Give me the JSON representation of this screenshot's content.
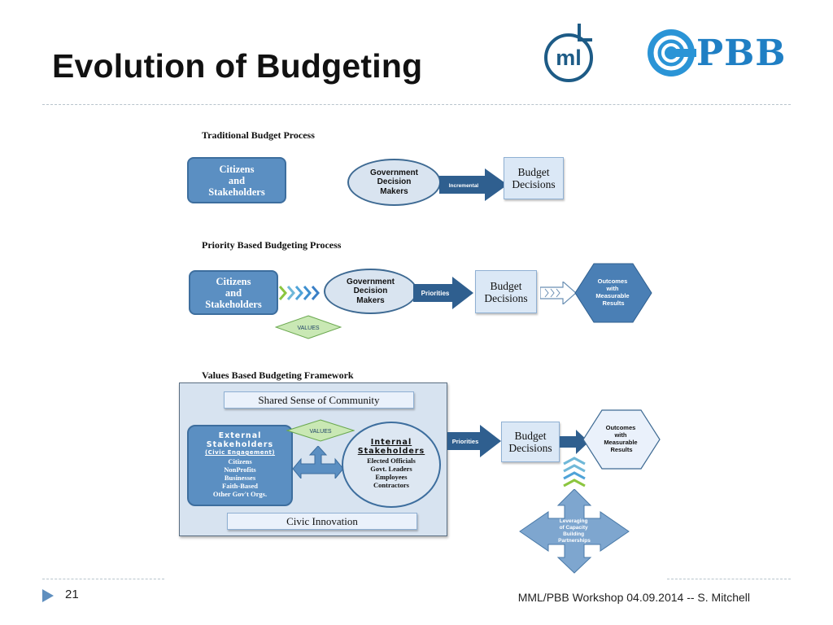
{
  "slide": {
    "title": "Evolution of Budgeting",
    "page_number": "21",
    "footer": "MML/PBB Workshop 04.09.2014 -- S. Mitchell"
  },
  "logos": {
    "mml": "ml",
    "pbb": "PBB"
  },
  "traditional": {
    "heading": "Traditional Budget Process",
    "citizens": "Citizens\nand\nStakeholders",
    "decision_makers": "Government\nDecision\nMakers",
    "arrow_label": "Incremental",
    "budget": "Budget\nDecisions"
  },
  "priority": {
    "heading": "Priority Based Budgeting Process",
    "citizens": "Citizens\nand\nStakeholders",
    "values": "VALUES",
    "decision_makers": "Government\nDecision\nMakers",
    "arrow_label": "Priorities",
    "budget": "Budget\nDecisions",
    "outcomes": "Outcomes\nwith\nMeasurable\nResults"
  },
  "values_framework": {
    "heading": "Values Based Budgeting Framework",
    "shared_sense": "Shared Sense of Community",
    "external_title": "External\nStakeholders",
    "external_subtitle": "(Civic Engagement)",
    "external_items": [
      "Citizens",
      "NonProfits",
      "Businesses",
      "Faith-Based",
      "Other Gov't Orgs."
    ],
    "values": "VALUES",
    "internal_title": "Internal\nStakeholders",
    "internal_items": [
      "Elected Officials",
      "Govt. Leaders",
      "Employees",
      "Contractors"
    ],
    "civic_innovation": "Civic Innovation",
    "arrow_label": "Priorities",
    "budget": "Budget\nDecisions",
    "outcomes": "Outcomes\nwith\nMeasurable\nResults",
    "leveraging": "Leveraging\nof Capacity\nBuilding\nPartnerships"
  },
  "colors": {
    "accent_blue": "#1f7fc4",
    "box_blue": "#5b8fc2",
    "dark_arrow": "#2f5f8f",
    "values_green": "#c9e8b4",
    "hex_blue": "#4a7fb5"
  }
}
